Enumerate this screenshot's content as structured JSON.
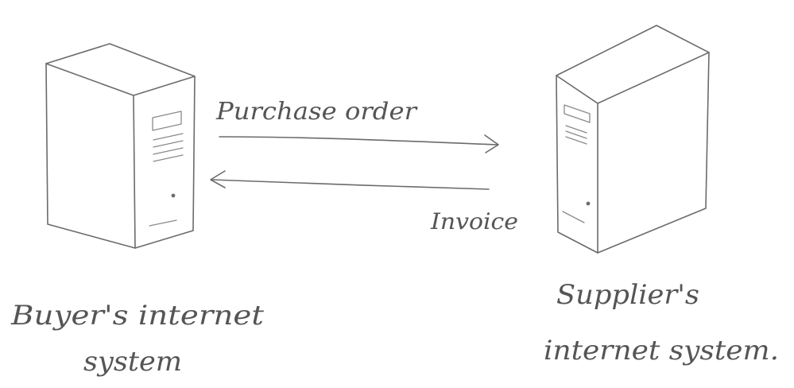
{
  "diagram": {
    "arrows": {
      "top_label": "Purchase order",
      "bottom_label": "Invoice"
    },
    "nodes": {
      "buyer": {
        "label_line1": "Buyer's internet",
        "label_line2": "system"
      },
      "supplier": {
        "label_line1": "Supplier's",
        "label_line2": "internet system."
      }
    }
  },
  "style": {
    "stroke_color": "#6b6b6b",
    "background": "#ffffff"
  }
}
